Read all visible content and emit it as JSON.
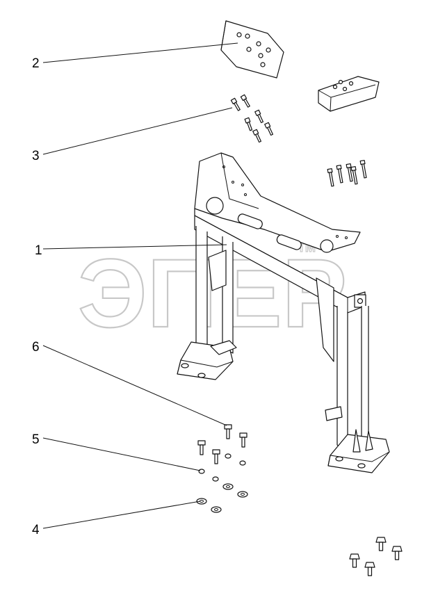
{
  "watermark": {
    "text": "ЭПЕР",
    "tm": "TM"
  },
  "callouts": [
    "1",
    "2",
    "3",
    "4",
    "5",
    "6"
  ]
}
